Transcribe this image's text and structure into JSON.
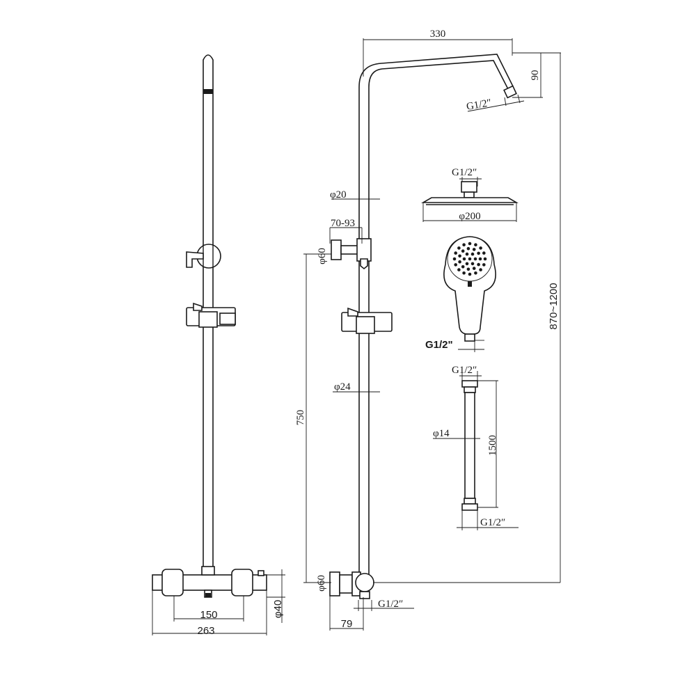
{
  "dimensions": {
    "top_width": "330",
    "arm_drop": "90",
    "arm_thread": "G1/2″",
    "head_thread": "G1/2″",
    "pipe_dia": "φ20",
    "head_dia": "φ200",
    "adjust_range": "70-93",
    "upper_flange": "φ60",
    "handset_thread": "G1/2\"",
    "total_height": "870~1200",
    "hose_thread_top": "G1/2″",
    "lower_pipe_dia": "φ24",
    "hose_dia": "φ14",
    "hose_length": "1500",
    "centre_height": "750",
    "hose_thread_bottom": "G1/2″",
    "lower_flange": "φ60",
    "outlet_thread": "G1/2″",
    "valve_centres": "150",
    "valve_depth": "φ40",
    "valve_width": "263",
    "wall_offset": "79"
  }
}
